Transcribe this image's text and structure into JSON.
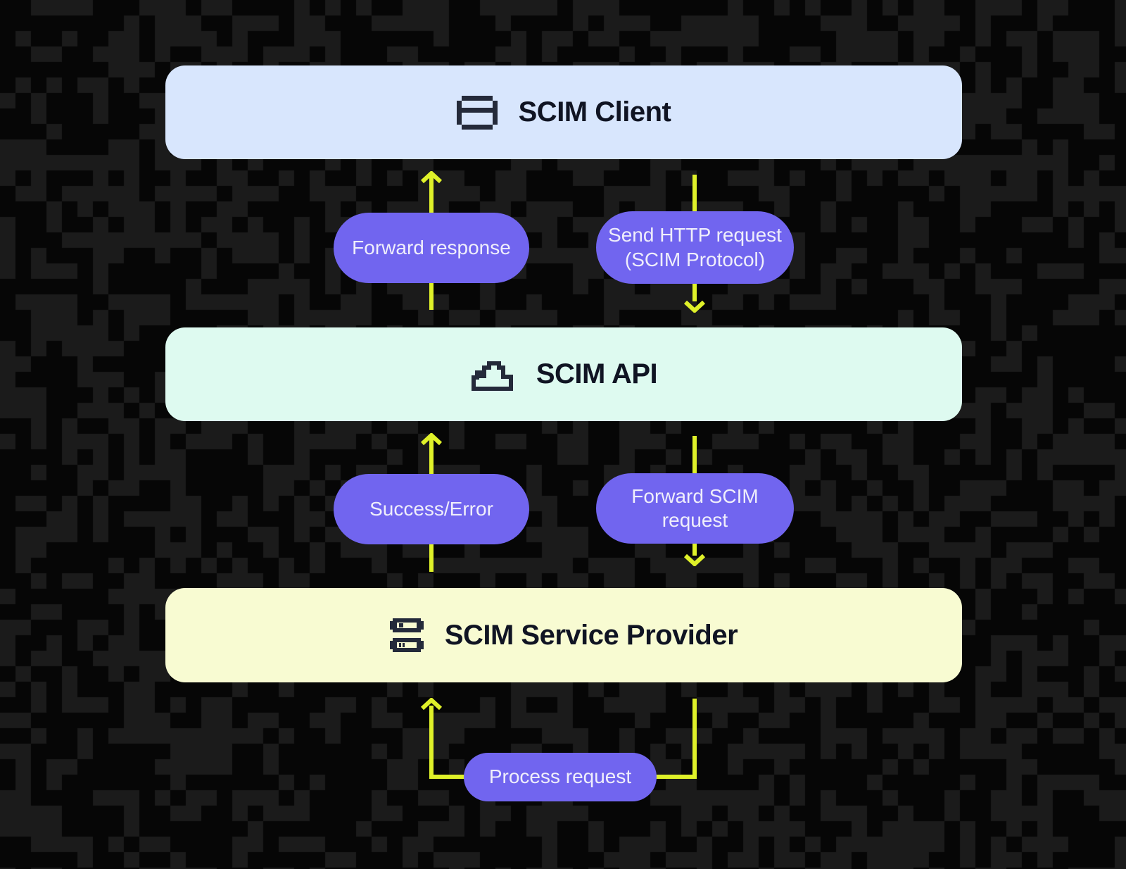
{
  "background": {
    "block_size": 22,
    "block_probability": 0.47,
    "seed": 1337
  },
  "colors": {
    "background_base": "#060606",
    "background_block": "#1b1b1b",
    "box_client_bg": "#d8e6fd",
    "box_api_bg": "#defaf0",
    "box_provider_bg": "#f8fbd2",
    "pill_bg": "#7165ef",
    "pill_text": "#efeefb",
    "arrow": "#dff129",
    "title_text": "#101423",
    "icon": "#242a3a"
  },
  "boxes": [
    {
      "label": "SCIM Client",
      "icon": "browser-window-icon"
    },
    {
      "label": "SCIM API",
      "icon": "cloud-icon"
    },
    {
      "label": "SCIM Service Provider",
      "icon": "server-stack-icon"
    }
  ],
  "pills": {
    "forward_response": "Forward response",
    "send_http_request": "Send HTTP request (SCIM Protocol)",
    "success_error": "Success/Error",
    "forward_scim_request": "Forward SCIM request",
    "process_request": "Process request"
  }
}
